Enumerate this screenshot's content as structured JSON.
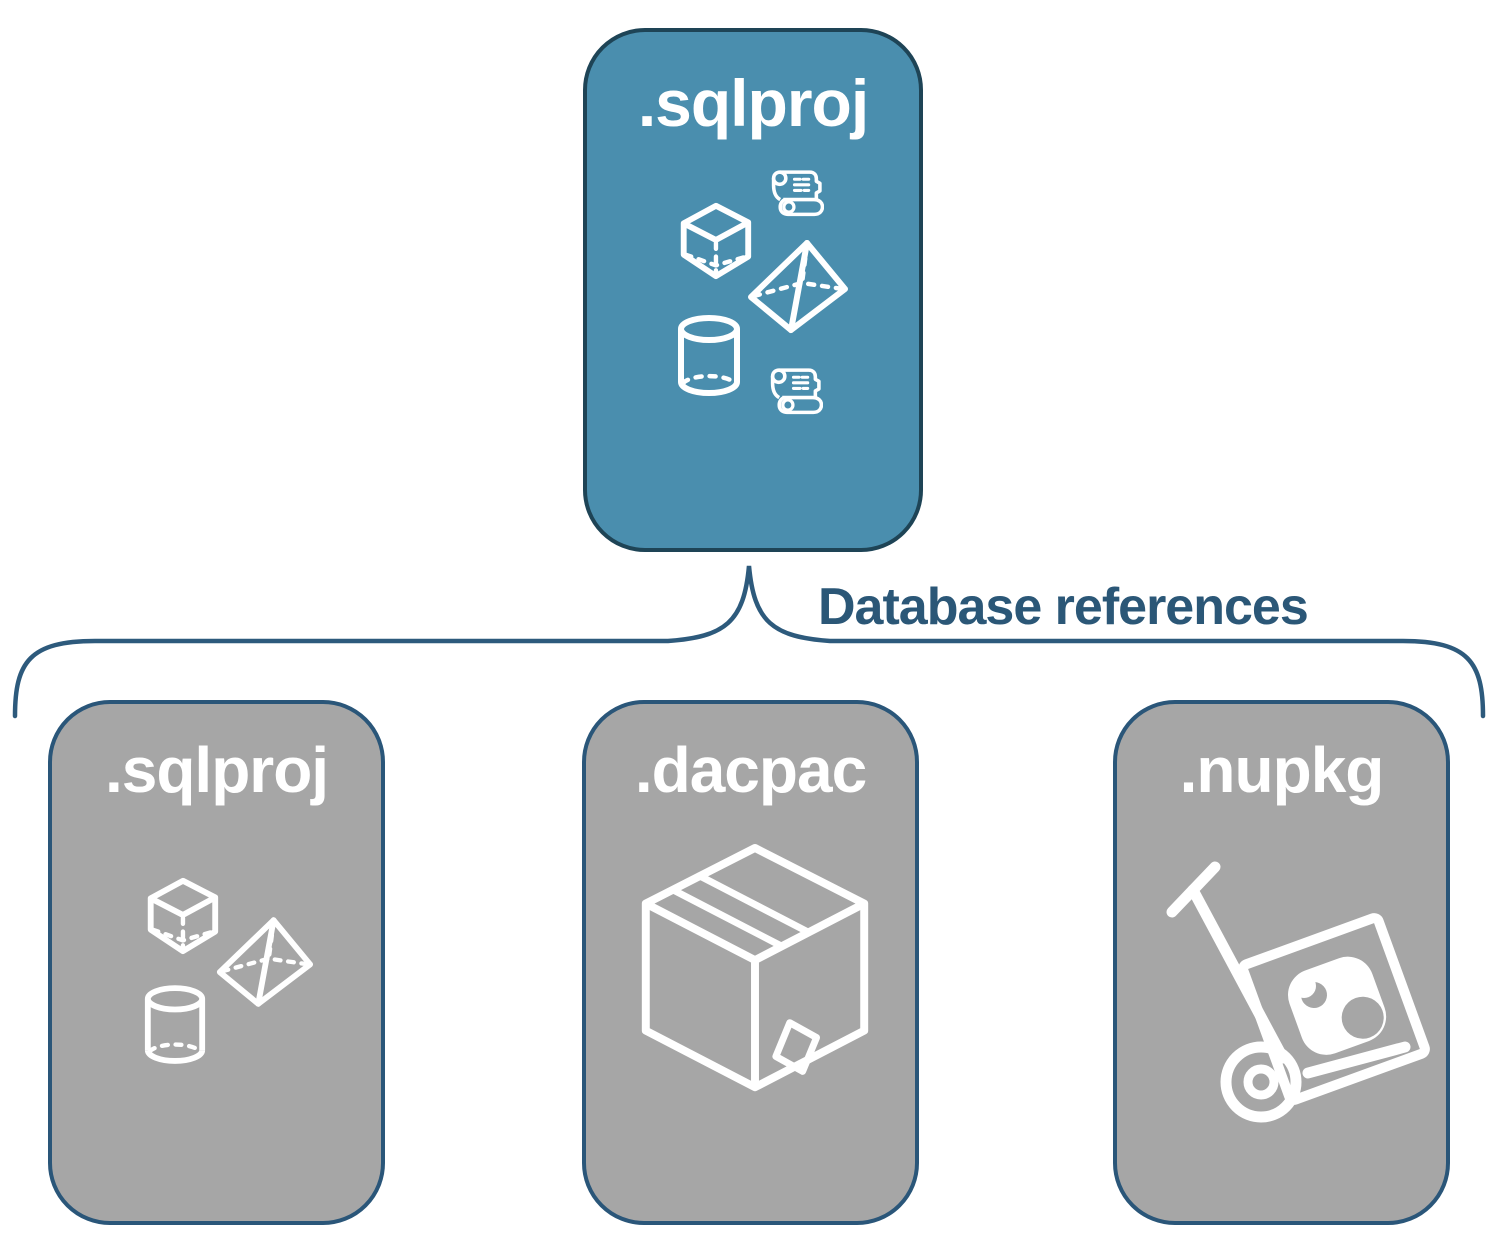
{
  "diagram": {
    "root": {
      "label": ".sqlproj",
      "fill": "#4A8EAE",
      "icons": [
        "script-scroll-icon",
        "cube-icon",
        "pyramid-icon",
        "cylinder-icon",
        "script-scroll-icon"
      ]
    },
    "connector": {
      "label": "Database references"
    },
    "children": [
      {
        "label": ".sqlproj",
        "fill": "#A6A6A6",
        "icons": [
          "cube-icon",
          "pyramid-icon",
          "cylinder-icon"
        ]
      },
      {
        "label": ".dacpac",
        "fill": "#A6A6A6",
        "icons": [
          "package-box-icon"
        ]
      },
      {
        "label": ".nupkg",
        "fill": "#A6A6A6",
        "icons": [
          "hand-truck-package-icon"
        ]
      }
    ],
    "colors": {
      "root_fill": "#4A8EAE",
      "child_fill": "#A6A6A6",
      "root_border": "#1E4456",
      "child_border": "#2A5679",
      "brace_stroke": "#2D5A7C",
      "connector_text": "#2B5777",
      "node_label_text": "#FFFFFF",
      "icon_stroke": "#FFFFFF",
      "background": "#FFFFFF"
    }
  }
}
